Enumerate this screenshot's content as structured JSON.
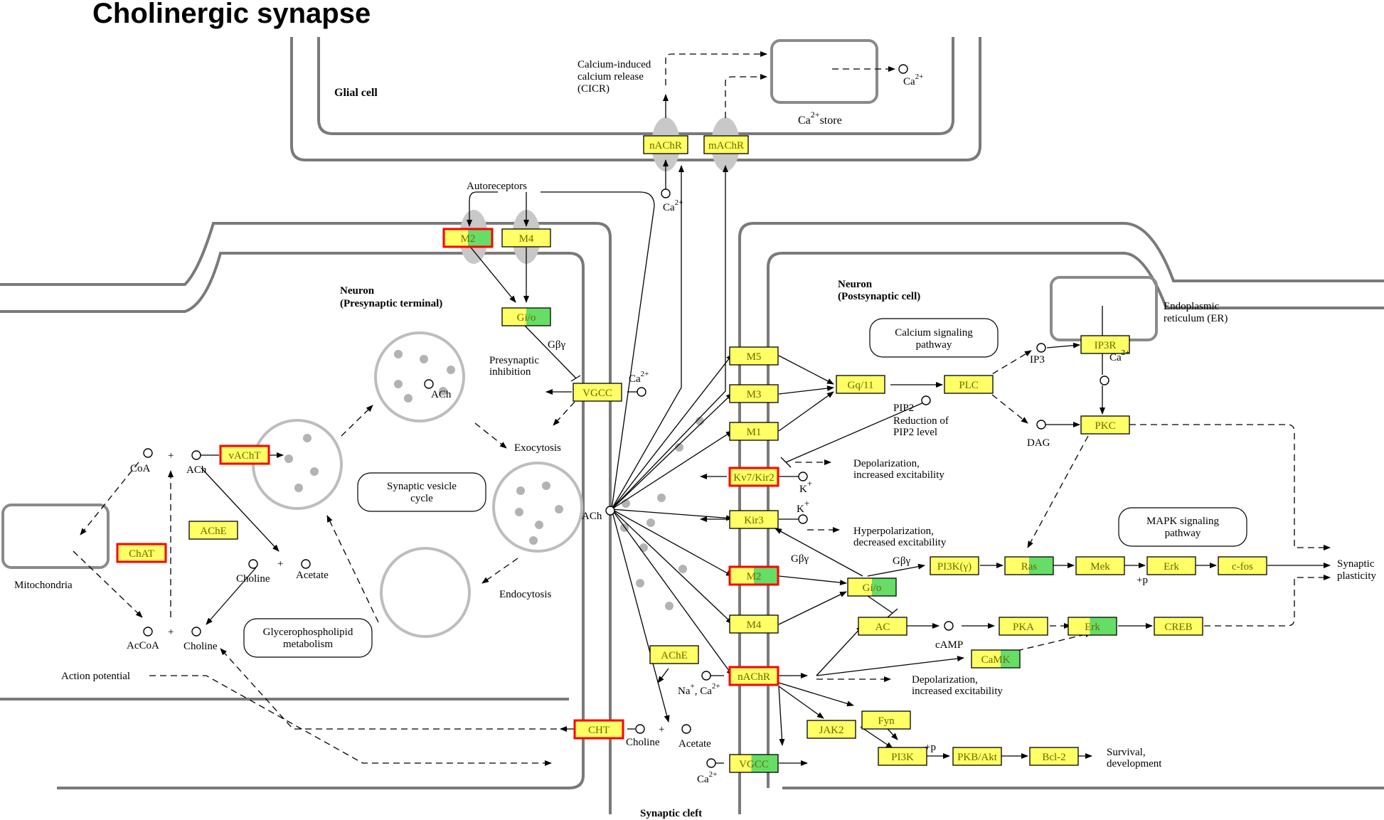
{
  "title": "Cholinergic synapse",
  "colors": {
    "yellow": "#ffff66",
    "green": "#66dd66",
    "red_border": "#ff0000",
    "membrane": "#7a7a7a",
    "vesicle": "#bdbdbd"
  },
  "regions": {
    "glial_cell": "Glial cell",
    "ca_store": "store",
    "neuron_pre_1": "Neuron",
    "neuron_pre_2": "(Presynaptic terminal)",
    "neuron_post_1": "Neuron",
    "neuron_post_2": "(Postsynaptic cell)",
    "er_1": "Endoplasmic",
    "er_2": "reticulum (ER)",
    "mitochondria": "Mitochondria",
    "synaptic_cleft": "Synaptic cleft"
  },
  "pathways": {
    "svc_1": "Synaptic vesicle",
    "svc_2": "cycle",
    "gpm_1": "Glycerophospholipid",
    "gpm_2": "metabolism",
    "csp_1": "Calcium signaling",
    "csp_2": "pathway",
    "mapk_1": "MAPK signaling",
    "mapk_2": "pathway"
  },
  "labels": {
    "cicr_1": "Calcium-induced",
    "cicr_2": "calcium release",
    "cicr_3": "(CICR)",
    "autoreceptors": "Autoreceptors",
    "gby_1": "Gβγ",
    "gby_2": "Gβγ",
    "gby_3": "Gβγ",
    "pres_inh_1": "Presynaptic",
    "pres_inh_2": "inhibition",
    "exocytosis": "Exocytosis",
    "endocytosis": "Endocytosis",
    "ach_vesicle": "ACh",
    "ach_cleft": "ACh",
    "ach_left": "ACh",
    "coa": "CoA",
    "acoa": "AcCoA",
    "choline_1": "Choline",
    "choline_2": "Choline",
    "choline_3": "Choline",
    "acetate_1": "Acetate",
    "acetate_2": "Acetate",
    "action_potential": "Action potential",
    "plus": "+",
    "ca": "Ca",
    "ca_sup": "2+",
    "k": "K",
    "k_sup": "+",
    "na": "Na",
    "na_sup": "+",
    "ip3": "IP3",
    "pip2": "PIP2",
    "dag": "DAG",
    "camp": "cAMP",
    "pip2_red_1": "Reduction of",
    "pip2_red_2": "PIP2 level",
    "depol_1a": "Depolarization,",
    "depol_1b": "increased excitability",
    "hyper_a": "Hyperpolarization,",
    "hyper_b": "decreased excitability",
    "depol_2a": "Depolarization,",
    "depol_2b": "increased excitability",
    "syn_plast_1": "Synaptic",
    "syn_plast_2": "plasticity",
    "survival_1": "Survival,",
    "survival_2": "development",
    "plus_p_1": "+p",
    "plus_p_2": "+p"
  },
  "genes": {
    "nachr_glial": "nAChR",
    "machr_glial": "mAChR",
    "m2_pre": "M2",
    "m4_pre": "M4",
    "gio_pre": "Gi/o",
    "vgcc_pre": "VGCC",
    "vacht": "vAChT",
    "chat": "ChAT",
    "ache_pre": "AChE",
    "cht": "CHT",
    "ache_cleft": "AChE",
    "m5": "M5",
    "m3": "M3",
    "m1": "M1",
    "kv7": "Kv7/Kir2",
    "kir3": "Kir3",
    "m2_post": "M2",
    "m4_post": "M4",
    "nachr_post": "nAChR",
    "vgcc_post": "VGCC",
    "gq11": "Gq/11",
    "plc": "PLC",
    "ip3r": "IP3R",
    "pkc": "PKC",
    "pi3ky": "PI3K(γ)",
    "ras": "Ras",
    "mek": "Mek",
    "erk_1": "Erk",
    "cfos": "c-fos",
    "gio_post": "Gi/o",
    "ac": "AC",
    "pka": "PKA",
    "erk_2": "Erk",
    "creb": "CREB",
    "camk": "CaMK",
    "fyn": "Fyn",
    "jak2": "JAK2",
    "pi3k": "PI3K",
    "pkbakt": "PKB/Akt",
    "bcl2": "Bcl-2"
  }
}
